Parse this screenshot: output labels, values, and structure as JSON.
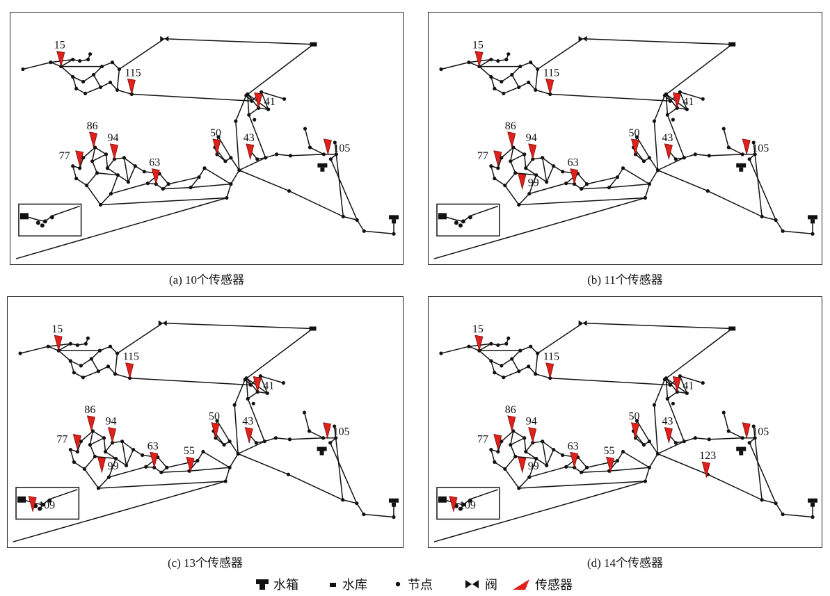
{
  "panels": [
    {
      "caption": "(a) 10个传感器",
      "sensors": [
        "15",
        "115",
        "41",
        "86",
        "94",
        "77",
        "63",
        "50",
        "43",
        "105"
      ],
      "inset_label": ""
    },
    {
      "caption": "(b) 11个传感器",
      "sensors": [
        "15",
        "115",
        "41",
        "86",
        "94",
        "77",
        "99",
        "63",
        "50",
        "43",
        "105"
      ],
      "inset_label": ""
    },
    {
      "caption": "(c) 13个传感器",
      "sensors": [
        "15",
        "115",
        "41",
        "86",
        "94",
        "99",
        "77",
        "63",
        "55",
        "50",
        "43",
        "105",
        "109"
      ],
      "inset_label": "109"
    },
    {
      "caption": "(d) 14个传感器",
      "sensors": [
        "15",
        "115",
        "41",
        "86",
        "94",
        "77",
        "99",
        "63",
        "55",
        "50",
        "43",
        "105",
        "123",
        "109"
      ],
      "inset_label": "109"
    }
  ],
  "legend": [
    {
      "icon": "water-tank-icon",
      "label": "水箱"
    },
    {
      "icon": "reservoir-icon",
      "label": "水库"
    },
    {
      "icon": "node-icon",
      "label": "节点"
    },
    {
      "icon": "valve-icon",
      "label": "阀"
    },
    {
      "icon": "sensor-icon",
      "label": "传感器"
    }
  ],
  "colors": {
    "sensor": "#e0201b",
    "network": "#111111",
    "border": "#222222"
  }
}
